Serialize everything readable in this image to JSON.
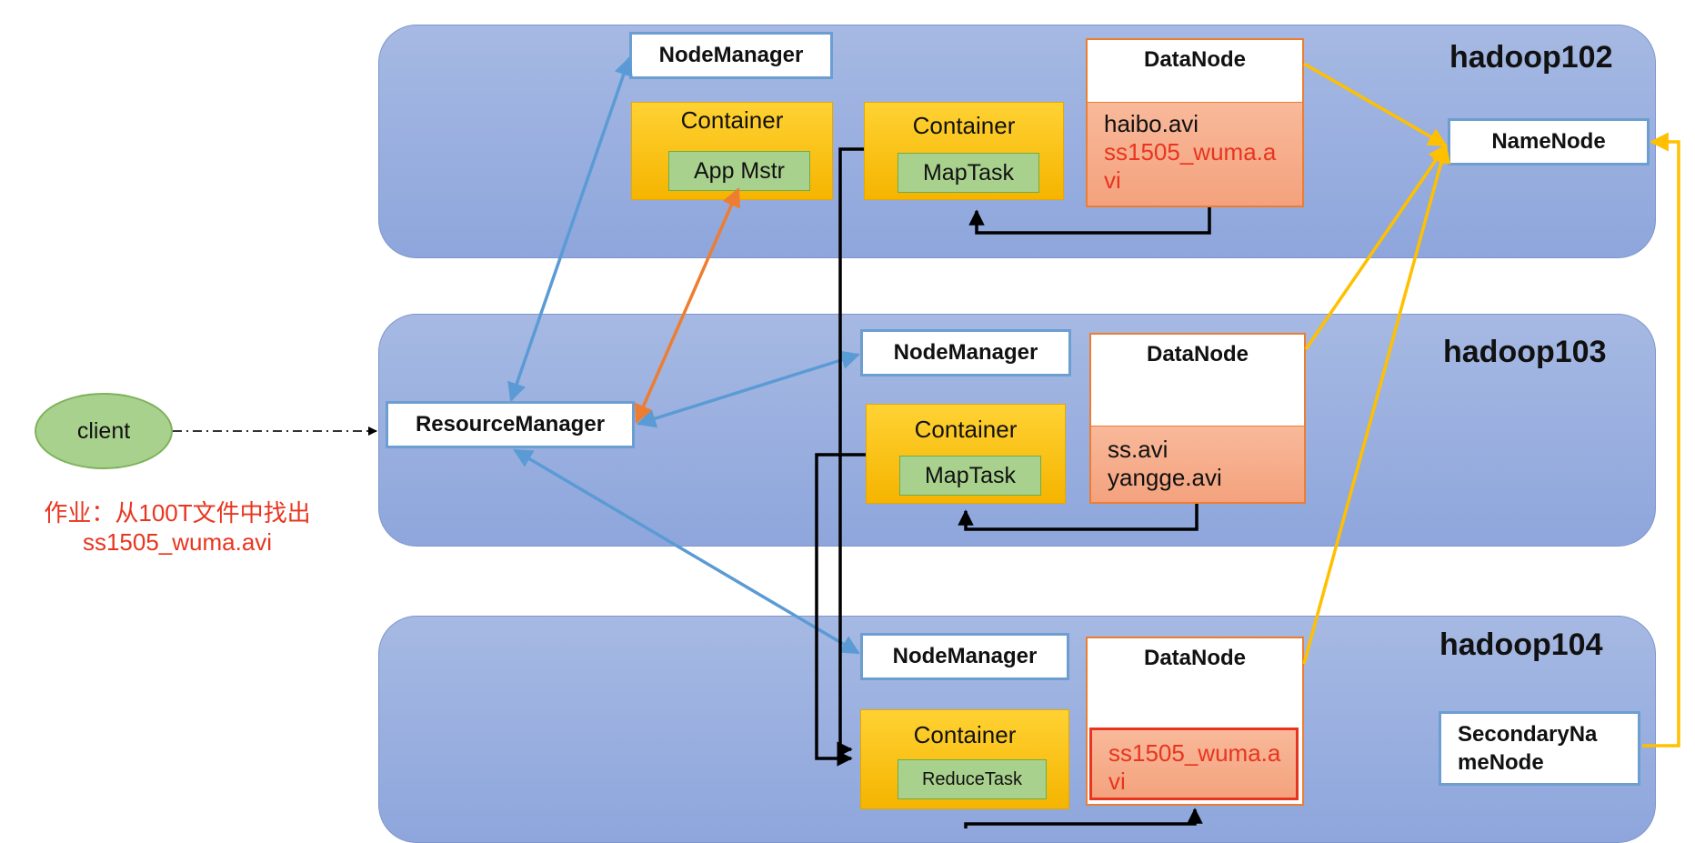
{
  "hosts": {
    "h102": {
      "name": "hadoop102"
    },
    "h103": {
      "name": "hadoop103"
    },
    "h104": {
      "name": "hadoop104"
    }
  },
  "client": {
    "label": "client"
  },
  "note": {
    "line1": "作业：从100T文件中找出",
    "line2": "ss1505_wuma.avi"
  },
  "resource_manager": {
    "label": "ResourceManager"
  },
  "name_node": {
    "label": "NameNode"
  },
  "secondary_name_node": {
    "line1": "SecondaryNa",
    "line2": "meNode"
  },
  "node_managers": [
    "NodeManager",
    "NodeManager",
    "NodeManager"
  ],
  "data_nodes": [
    {
      "title": "DataNode",
      "files": [
        "haibo.avi",
        "ss1505_wuma.a",
        "vi"
      ]
    },
    {
      "title": "DataNode",
      "files": [
        "ss.avi",
        "yangge.avi"
      ]
    },
    {
      "title": "DataNode",
      "files": [
        "ss1505_wuma.a",
        "vi"
      ]
    }
  ],
  "containers": [
    {
      "label": "Container",
      "task": "App Mstr"
    },
    {
      "label": "Container",
      "task": "MapTask"
    },
    {
      "label": "Container",
      "task": "MapTask"
    },
    {
      "label": "Container",
      "task": "ReduceTask"
    }
  ],
  "colors": {
    "host_fill": "#a6b9e3",
    "container_fill": "#ffc000",
    "task_fill": "#a9d18e",
    "datanode_file_fill": "#f4a27d",
    "highlight_red": "#e8351f",
    "rm_link_blue": "#5b9bd5",
    "appmaster_link_orange": "#ed7d31",
    "hdfs_link_gold": "#ffc000",
    "data_flow_black": "#000000"
  }
}
